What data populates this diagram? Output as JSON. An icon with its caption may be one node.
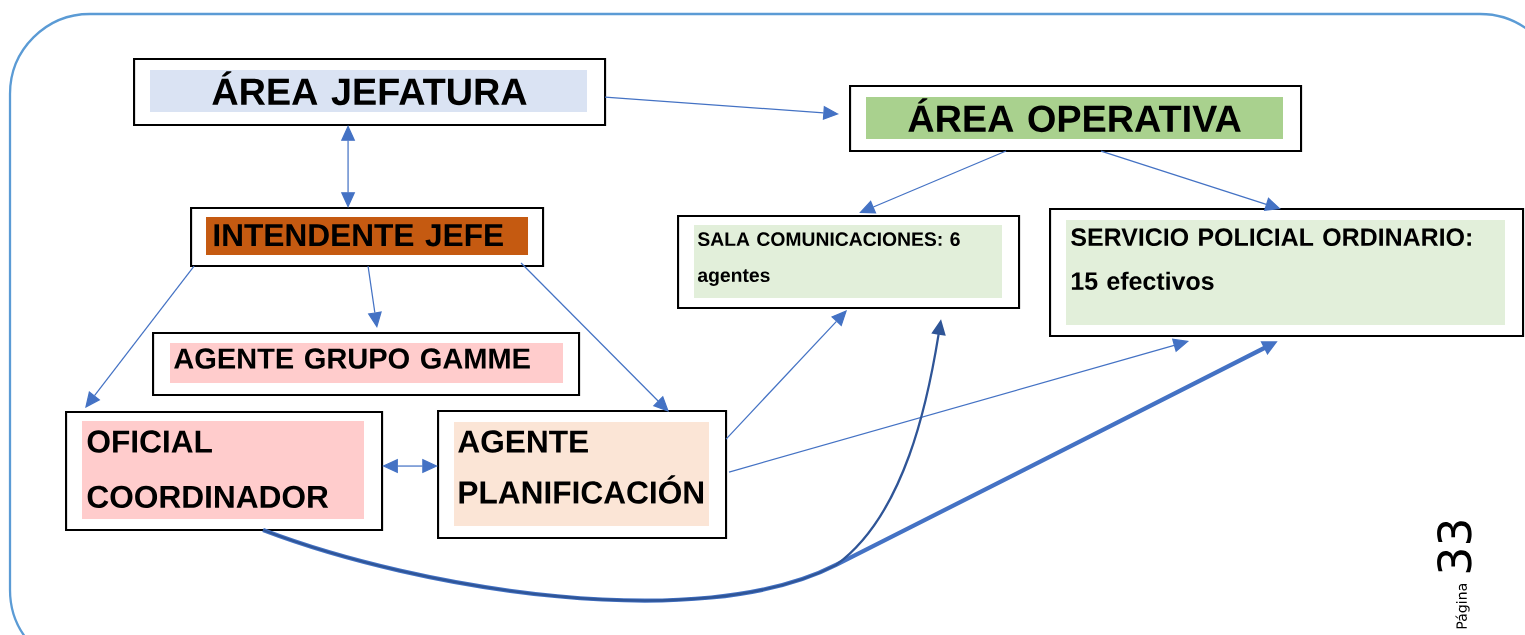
{
  "diagram": {
    "nodes": [
      {
        "text": [
          "ÁREA JEFATURA"
        ]
      },
      {
        "text": [
          "ÁREA OPERATIVA"
        ]
      },
      {
        "text": [
          "INTENDENTE JEFE"
        ]
      },
      {
        "text": [
          "SALA COMUNICACIONES: 6 agentes"
        ]
      },
      {
        "text": [
          "SERVICIO POLICIAL ORDINARIO: 15 efectivos"
        ]
      },
      {
        "text": [
          "AGENTE GRUPO GAMME"
        ]
      },
      {
        "text": [
          "OFICIAL COORDINADOR"
        ]
      },
      {
        "text": [
          "AGENTE PLANIFICACIÓN"
        ]
      }
    ],
    "edges": [
      {
        "from": 0,
        "to": 1,
        "arrow": "to"
      },
      {
        "from": 0,
        "to": 2,
        "arrow": "both"
      },
      {
        "from": 1,
        "to": 3,
        "arrow": "to"
      },
      {
        "from": 1,
        "to": 4,
        "arrow": "to"
      },
      {
        "from": 2,
        "to": 5,
        "arrow": "to"
      },
      {
        "from": 2,
        "to": 6,
        "arrow": "to"
      },
      {
        "from": 2,
        "to": 7,
        "arrow": "to"
      },
      {
        "from": 6,
        "to": 7,
        "arrow": "both"
      },
      {
        "from": 7,
        "to": 3,
        "arrow": "to"
      },
      {
        "from": 7,
        "to": 4,
        "arrow": "to"
      },
      {
        "from": 6,
        "to": 4,
        "arrow": "to",
        "style": "thick"
      },
      {
        "from": 6,
        "to": 3,
        "arrow": "to",
        "color": "#2f5597"
      }
    ],
    "labels": [
      "Página",
      "33"
    ]
  }
}
